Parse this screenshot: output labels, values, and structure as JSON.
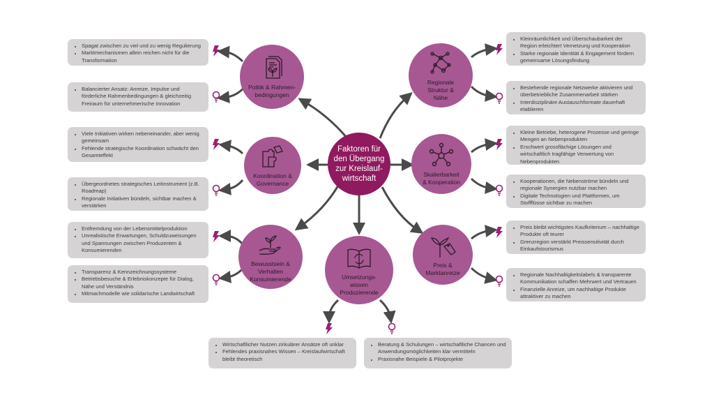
{
  "center": {
    "label": "Faktoren für\nden Übergang\nzur Kreislauf-\nwirtschaft"
  },
  "colors": {
    "node": "#a75893",
    "center": "#8f1a5f",
    "accent": "#9b1f72",
    "box": "#d6d3d5",
    "arrow": "#4a4a4a"
  },
  "nodes": [
    {
      "id": "politik",
      "label": "Politik & Rahmen-\nbedingungen",
      "icon": "document-plant-icon",
      "challenges": [
        "Spagat zwischen zu viel und zu wenig Regulierung",
        "Marktmechanismen allein reichen nicht für die Transformation"
      ],
      "solutions": [
        "Balancierter Ansatz: Anreize, Impulse und förderliche Rahmenbedingungen & gleichzeitig Freiraum für unternehmerische Innovation"
      ]
    },
    {
      "id": "koordination",
      "label": "Koordination &\nGovernance",
      "icon": "puzzle-icon",
      "challenges": [
        "Viele Initiativen wirken nebeneinander, aber wenig gemeinsam",
        "Fehlende strategische Koordination schwächt den Gesamteffekt"
      ],
      "solutions": [
        "Übergeordnetes strategisches Leitinstrument (z.B. Roadmap)",
        "Regionale Initiativen bündeln, sichtbar machen & verstärken"
      ]
    },
    {
      "id": "bewusstsein",
      "label": "Bewusstsein &\nVerhalten\nKonsumierende",
      "icon": "hand-plant-icon",
      "challenges": [
        "Entfremdung von der Lebensmittelproduktion",
        "Unrealistische Erwartungen, Schuldzuweisungen und Spannungen zwischen Produzenten & Konsumierenden"
      ],
      "solutions": [
        "Transparenz & Kennzeichnungssysteme",
        "Betriebsbesuche & Erlebniskonzepte für Dialog, Nähe und Verständnis",
        "Mitmachmodelle wie solidarische Landwirtschaft"
      ]
    },
    {
      "id": "umsetzung",
      "label": "Umsetzungs-\nwissen\nProduzierende",
      "icon": "book-cycle-icon",
      "challenges": [
        "Wirtschaftlicher Nutzen zirkulärer Ansätze oft unklar",
        "Fehlendes praxisnahes Wissen – Kreislaufwirtschaft bleibt theoretisch"
      ],
      "solutions": [
        "Beratung & Schulungen – wirtschaftliche Chancen und Anwendungsmöglichkeiten klar vermitteln",
        "Praxisnahe Beispiele & Pilotprojekte"
      ]
    },
    {
      "id": "regionale",
      "label": "Regionale\nStruktur &\nNähe",
      "icon": "network-map-icon",
      "challenges": [
        "Kleinräumlichkeit und Überschaubarkeit der Region erleichtert Vernetzung und Kooperation",
        "Starke regionale Identität & Engagement fördern gemeinsame Lösungsfindung"
      ],
      "solutions": [
        "Bestehende regionale Netzwerke aktivieren und überbetriebliche Zusammenarbeit stärken",
        "Interdisziplinäre Austauschformate dauerhaft etablieren"
      ]
    },
    {
      "id": "skalierbarkeit",
      "label": "Skalierbarkeit\n& Kooperation",
      "icon": "hub-network-icon",
      "challenges": [
        "Kleine Betriebe, heterogene Prozesse und geringe Mengen an Nebenprodukten",
        "Erschwert grossflächige Lösungen und wirtschaftlich tragfähige Verwertung von Nebenprodukten"
      ],
      "solutions": [
        "Kooperationen, die Nebenströme bündeln und regionale Synergien nutzbar machen",
        "Digitale Technologien und Plattformen, um Stoffflüsse sichtbar zu machen"
      ]
    },
    {
      "id": "preis",
      "label": "Preis &\nMarktanreize",
      "icon": "plant-price-tag-icon",
      "challenges": [
        "Preis bleibt wichtigstes Kaufkriterium – nachhaltige Produkte oft teurer",
        "Grenzregion verstärkt Preissensitivität durch Einkaufstourismus"
      ],
      "solutions": [
        "Regionale  Nachhaltigkeitslabels & transparente Kommunikation schaffen Mehrwert und Vertrauen",
        "Finanzielle Anreize, um nachhaltige Produkte attraktiver zu machen"
      ]
    }
  ]
}
